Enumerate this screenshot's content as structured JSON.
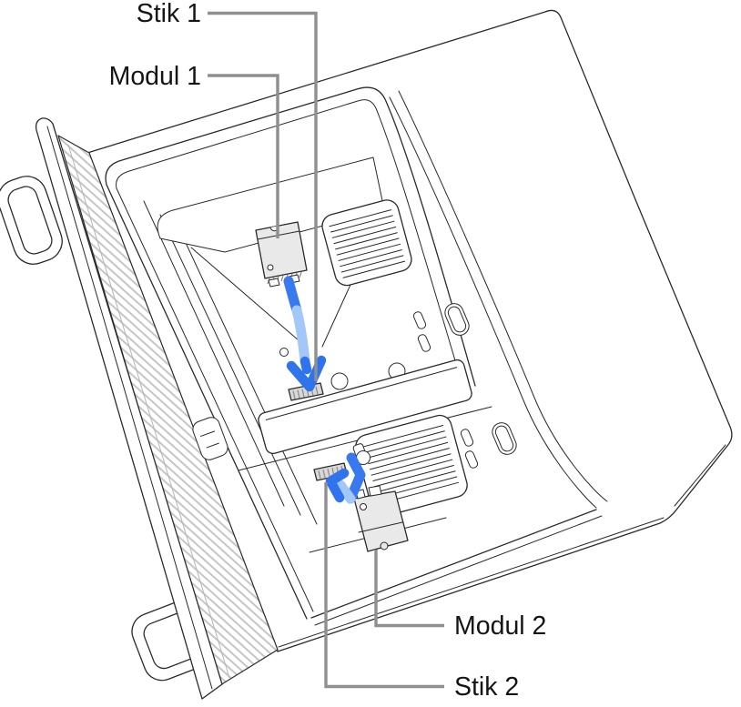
{
  "figure": {
    "type": "technical-illustration",
    "subject": "Mac Pro lying on its side with side panel removed, showing SSD module installation",
    "labels": {
      "stik1": "Stik 1",
      "modul1": "Modul 1",
      "modul2": "Modul 2",
      "stik2": "Stik 2"
    },
    "colors": {
      "background": "#ffffff",
      "line": "#2a2a2a",
      "leader_line": "#8f8f8f",
      "label_text": "#151515",
      "arrow_blue": "#3879ef",
      "arrow_light_blue": "#a3c7f8",
      "module_fill": "#e9e9e9",
      "connector_fill": "#d8d8d8",
      "lattice_hatch": "#c6c6c6"
    },
    "parts": [
      "mac-pro-case",
      "front-lattice",
      "top-handle",
      "bottom-foot-handle",
      "ssd-module-1",
      "ssd-module-2",
      "connector-stik-1",
      "connector-stik-2",
      "heatsink-vent-1",
      "heatsink-vent-2",
      "install-arrow-down",
      "install-arrow-up"
    ]
  }
}
